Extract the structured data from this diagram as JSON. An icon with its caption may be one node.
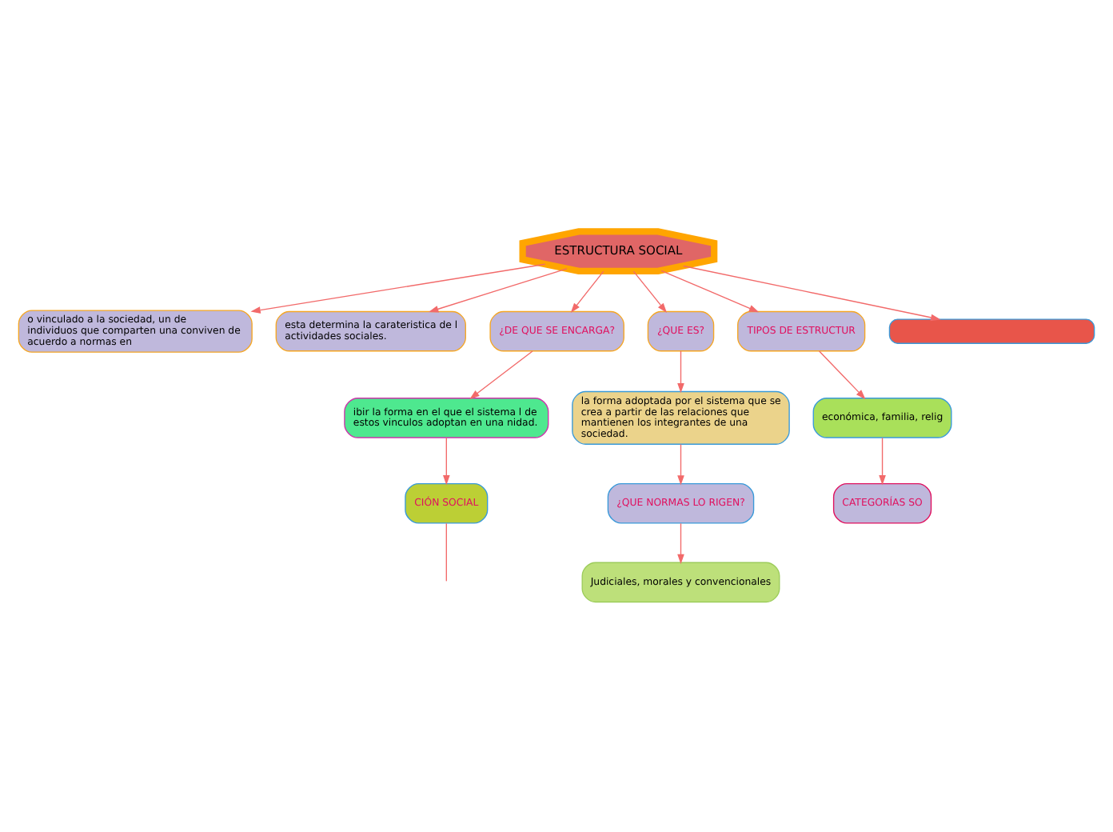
{
  "diagram": {
    "nodes": [
      {
        "text": [
          "ESTRUCTURA SOCIAL"
        ]
      },
      {
        "text": [
          "o vinculado a la sociedad, un de individuos que comparten una conviven de acuerdo a normas en"
        ]
      },
      {
        "text": [
          "esta determina la carateristica de l actividades sociales."
        ]
      },
      {
        "text": [
          "¿DE QUE SE ENCARGA?"
        ]
      },
      {
        "text": [
          "¿QUE ES?"
        ]
      },
      {
        "text": [
          "TIPOS DE ESTRUCTUR"
        ]
      },
      {
        "text": [
          "ibir la forma en el que el sistema l de estos vinculos adoptan en una nidad."
        ]
      },
      {
        "text": [
          "la forma adoptada por el sistema que se crea a partir de las relaciones que mantienen los integrantes de una sociedad."
        ]
      },
      {
        "text": [
          "CIÓN SOCIAL"
        ]
      },
      {
        "text": [
          "¿QUE NORMAS LO RIGEN?"
        ]
      },
      {
        "text": [
          "Judiciales, morales y convencionales"
        ]
      },
      {
        "text": [
          "económica, familia, relig"
        ]
      },
      {
        "text": [],
        "shape": "box"
      },
      {
        "text": [
          "CATEGORÍAS SO"
        ]
      }
    ],
    "edges": [
      {
        "from": 0,
        "to": 1,
        "arrow": "to"
      },
      {
        "from": 0,
        "to": 3,
        "arrow": "to"
      },
      {
        "from": 0,
        "to": 12,
        "arrow": "to"
      },
      {
        "from": 0,
        "to": 4,
        "arrow": "to"
      },
      {
        "from": 0,
        "to": 5,
        "arrow": "to"
      },
      {
        "from": 0,
        "to": 2,
        "arrow": "to"
      },
      {
        "from": 3,
        "to": 6,
        "arrow": "to"
      },
      {
        "from": 6,
        "to": 8,
        "arrow": "to"
      },
      {
        "from": 8,
        "to": null,
        "arrow": "none"
      },
      {
        "from": 4,
        "to": 7,
        "arrow": "to"
      },
      {
        "from": 7,
        "to": 9,
        "arrow": "to"
      },
      {
        "from": 9,
        "to": 10,
        "arrow": "to"
      },
      {
        "from": 5,
        "to": 11,
        "arrow": "to"
      },
      {
        "from": 11,
        "to": 13,
        "arrow": "to"
      }
    ]
  }
}
